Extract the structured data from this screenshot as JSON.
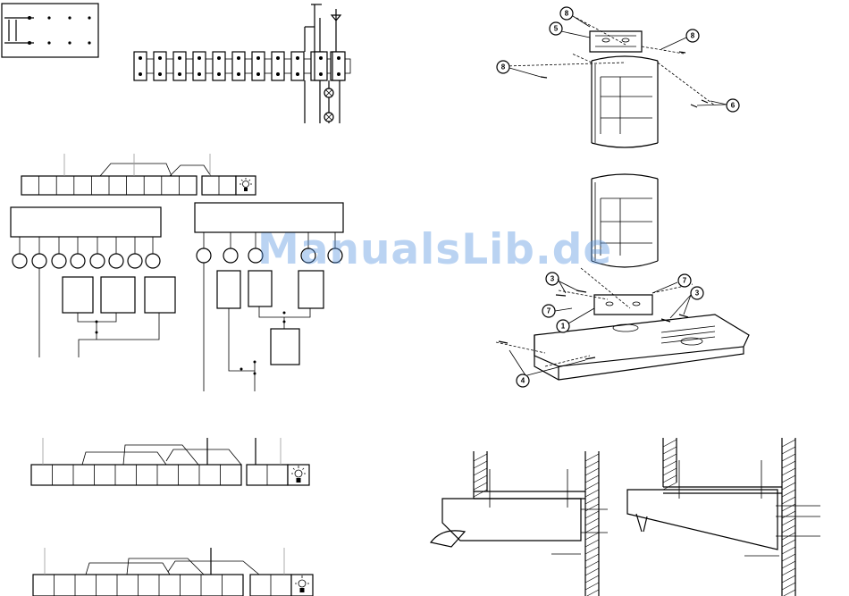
{
  "watermark": "ManualsLib.de",
  "callouts": {
    "exploded_view": [
      "8",
      "5",
      "8",
      "8",
      "6",
      "3",
      "7",
      "7",
      "3",
      "1",
      "4"
    ]
  }
}
